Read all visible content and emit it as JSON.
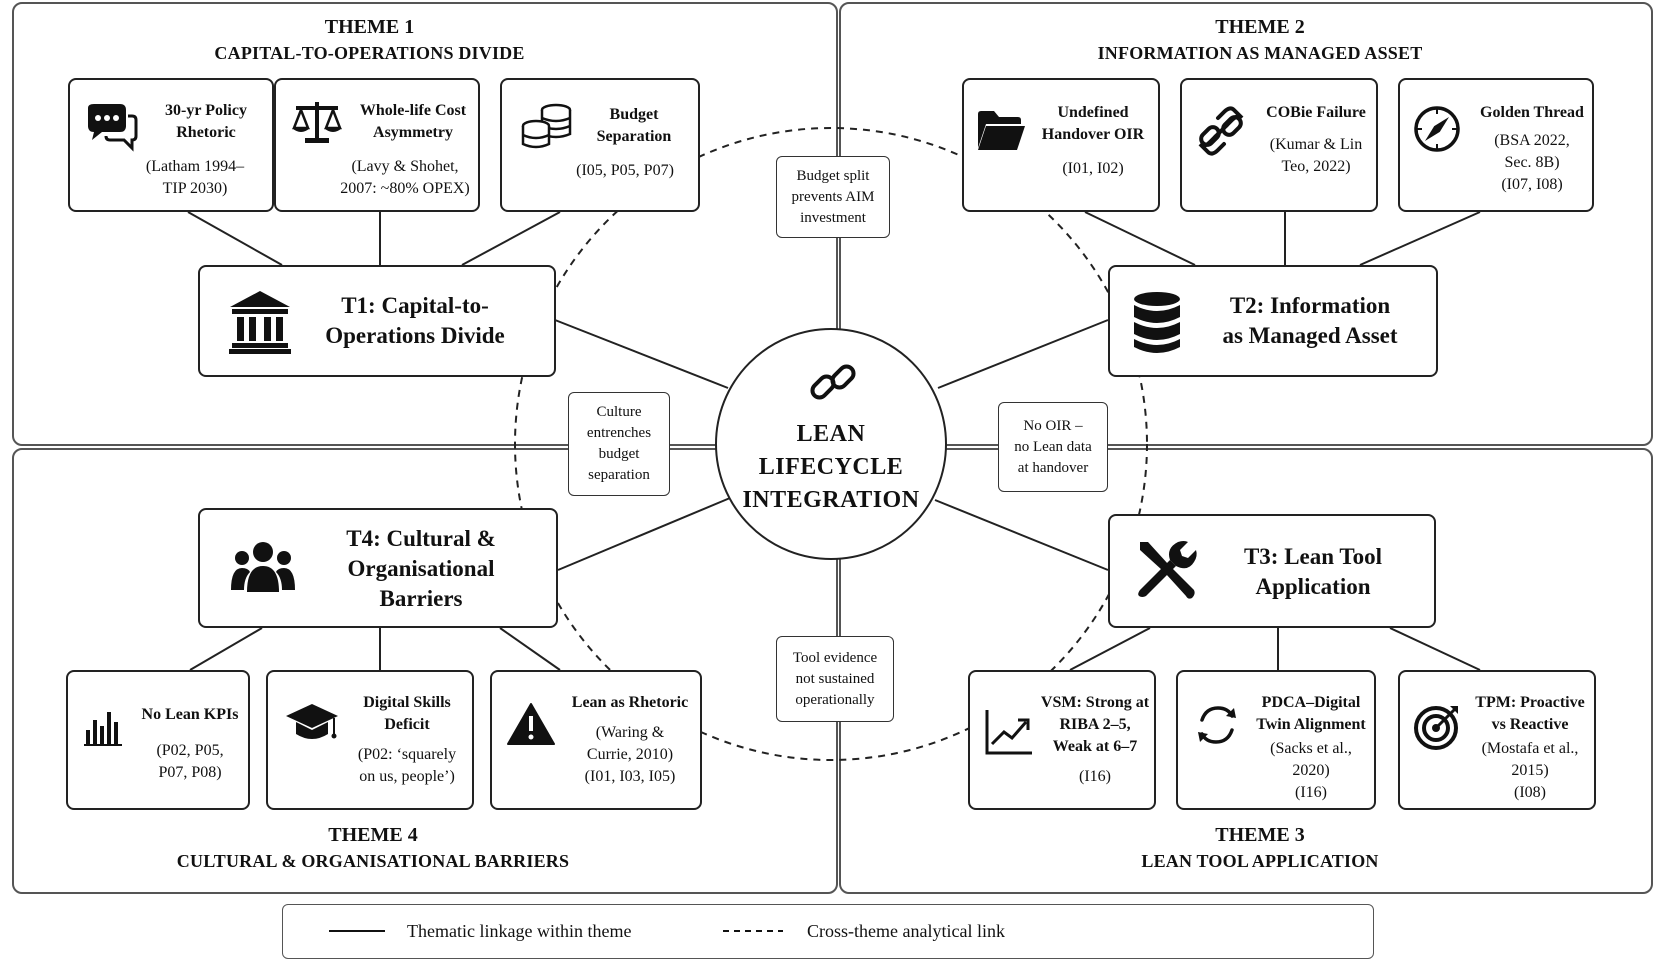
{
  "center": {
    "label_lines": [
      "LEAN",
      "LIFECYCLE",
      "INTEGRATION"
    ],
    "icon": "link-icon"
  },
  "themes": [
    {
      "id": "t1",
      "number": "THEME 1",
      "name": "CAPITAL-TO-OPERATIONS DIVIDE",
      "main": {
        "lines": [
          "T1: Capital-to-",
          "Operations Divide"
        ],
        "icon": "bank-icon"
      },
      "cards": [
        {
          "title": [
            "30-yr Policy",
            "Rhetoric"
          ],
          "sub": [
            "(Latham 1994–",
            "TIP 2030)"
          ],
          "icon": "speech-bubbles-icon"
        },
        {
          "title": [
            "Whole-life Cost",
            "Asymmetry"
          ],
          "sub": [
            "(Lavy & Shohet,",
            "2007: ~80% OPEX)"
          ],
          "icon": "balance-scale-icon"
        },
        {
          "title": [
            "Budget",
            "Separation"
          ],
          "sub": [
            "(I05, P05, P07)"
          ],
          "icon": "coins-icon"
        }
      ]
    },
    {
      "id": "t2",
      "number": "THEME 2",
      "name": "INFORMATION AS MANAGED ASSET",
      "main": {
        "lines": [
          "T2: Information",
          "as Managed Asset"
        ],
        "icon": "database-icon"
      },
      "cards": [
        {
          "title": [
            "Undefined",
            "Handover OIR"
          ],
          "sub": [
            "(I01, I02)"
          ],
          "icon": "folder-icon"
        },
        {
          "title": [
            "COBie Failure"
          ],
          "sub": [
            "(Kumar & Lin",
            "Teo, 2022)"
          ],
          "icon": "chain-link-icon"
        },
        {
          "title": [
            "Golden Thread"
          ],
          "sub": [
            "(BSA 2022,",
            "Sec. 8B)",
            "(I07, I08)"
          ],
          "icon": "compass-icon"
        }
      ]
    },
    {
      "id": "t3",
      "number": "THEME 3",
      "name": "LEAN TOOL APPLICATION",
      "main": {
        "lines": [
          "T3: Lean Tool",
          "Application"
        ],
        "icon": "tools-icon"
      },
      "cards": [
        {
          "title": [
            "VSM: Strong at",
            "RIBA 2–5,",
            "Weak at 6–7"
          ],
          "sub": [
            "(I16)"
          ],
          "icon": "trend-chart-icon"
        },
        {
          "title": [
            "PDCA–Digital",
            "Twin Alignment"
          ],
          "sub": [
            "(Sacks et al.,",
            "2020)",
            "(I16)"
          ],
          "icon": "cycle-arrows-icon"
        },
        {
          "title": [
            "TPM: Proactive",
            "vs Reactive"
          ],
          "sub": [
            "(Mostafa et al.,",
            "2015)",
            "(I08)"
          ],
          "icon": "target-icon"
        }
      ]
    },
    {
      "id": "t4",
      "number": "THEME 4",
      "name": "CULTURAL & ORGANISATIONAL BARRIERS",
      "main": {
        "lines": [
          "T4: Cultural &",
          "Organisational",
          "Barriers"
        ],
        "icon": "people-icon"
      },
      "cards": [
        {
          "title": [
            "No Lean KPIs"
          ],
          "sub": [
            "(P02, P05,",
            "P07, P08)"
          ],
          "icon": "bar-chart-icon"
        },
        {
          "title": [
            "Digital Skills",
            "Deficit"
          ],
          "sub": [
            "(P02: ‘squarely",
            "on us, people’)"
          ],
          "icon": "graduation-cap-icon"
        },
        {
          "title": [
            "Lean as Rhetoric"
          ],
          "sub": [
            "(Waring &",
            "Currie, 2010)",
            "(I01, I03, I05)"
          ],
          "icon": "warning-icon"
        }
      ]
    }
  ],
  "cross_links": [
    {
      "lines": [
        "Budget split",
        "prevents AIM",
        "investment"
      ]
    },
    {
      "lines": [
        "Culture",
        "entrenches",
        "budget",
        "separation"
      ]
    },
    {
      "lines": [
        "No OIR –",
        "no Lean data",
        "at handover"
      ]
    },
    {
      "lines": [
        "Tool evidence",
        "not sustained",
        "operationally"
      ]
    }
  ],
  "legend": {
    "solid_label": "Thematic linkage within theme",
    "dashed_label": "Cross-theme analytical link"
  }
}
